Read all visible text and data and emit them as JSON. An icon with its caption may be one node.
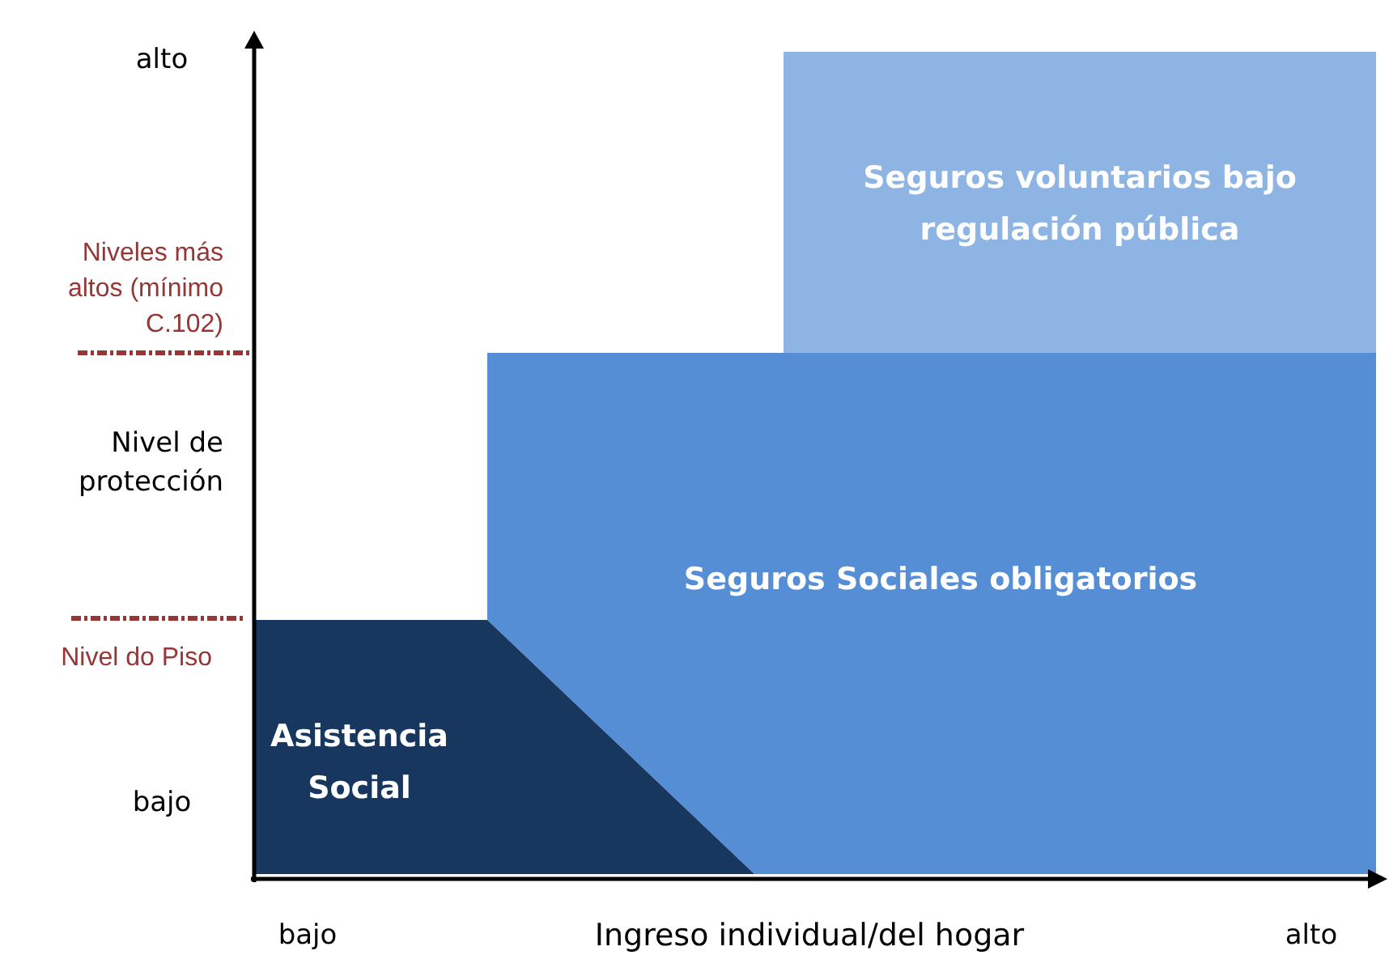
{
  "diagram": {
    "nodes": [
      {
        "text": [
          "Seguros voluntarios bajo regulación pública"
        ]
      },
      {
        "text": [
          "Seguros Sociales obligatorios"
        ]
      },
      {
        "text": [
          "Asistencia Social"
        ]
      }
    ],
    "labels": [
      "alto",
      "Niveles más altos (mínimo C.102)",
      "Nivel de protección",
      "Nivel do Piso",
      "bajo",
      "bajo",
      "Ingreso individual/del hogar",
      "alto"
    ]
  }
}
